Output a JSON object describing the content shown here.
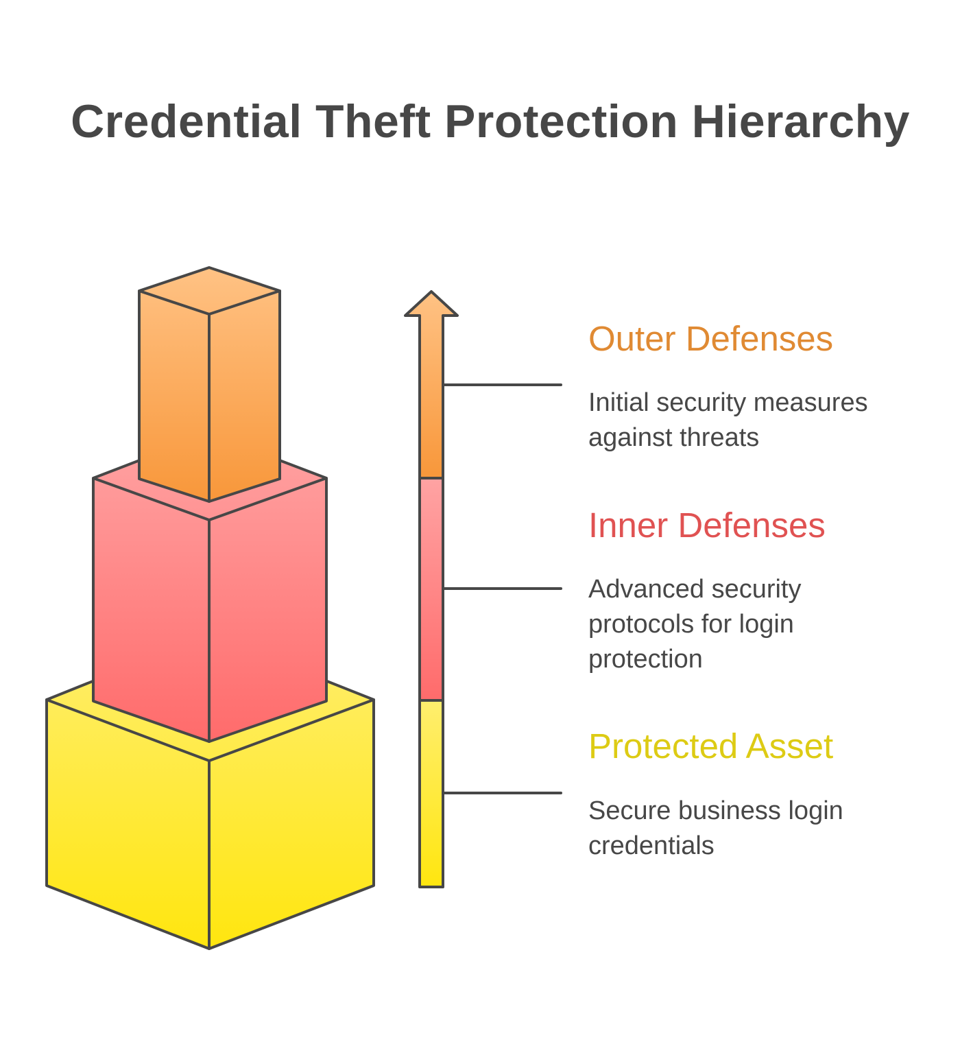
{
  "title": "Credential Theft Protection Hierarchy",
  "layers": [
    {
      "key": "outer",
      "heading": "Outer Defenses",
      "description": [
        "Initial security measures",
        "against threats"
      ],
      "color": "#E08A33",
      "fill_top": "#FFC284",
      "fill_bottom": "#F8973A"
    },
    {
      "key": "inner",
      "heading": "Inner Defenses",
      "description": [
        "Advanced security",
        "protocols for login",
        "protection"
      ],
      "color": "#E05252",
      "fill_top": "#FFA3A3",
      "fill_bottom": "#FF6B6B"
    },
    {
      "key": "asset",
      "heading": "Protected Asset",
      "description": [
        "Secure business login",
        "credentials"
      ],
      "color": "#DDCB14",
      "fill_top": "#FFEE6E",
      "fill_bottom": "#FFE60F"
    }
  ],
  "stroke_color": "#474747"
}
